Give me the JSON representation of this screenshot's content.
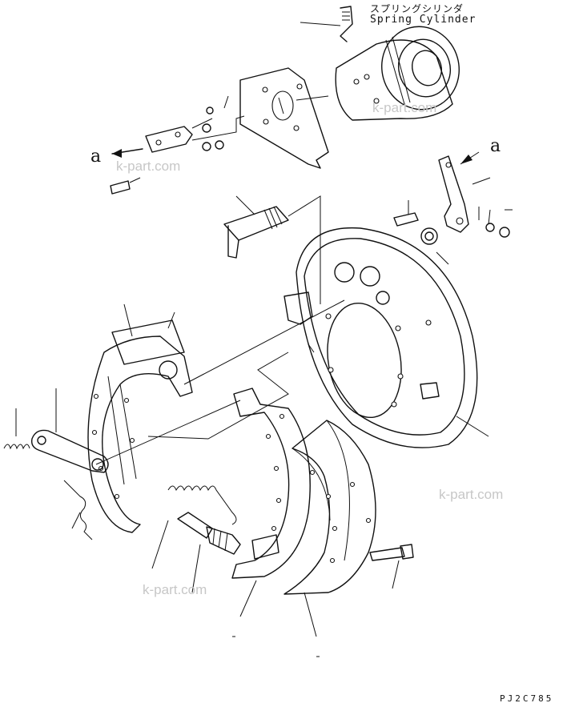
{
  "labels": {
    "spring_cylinder_jp": "スプリングシリンダ",
    "spring_cylinder_en": "Spring Cylinder",
    "arrow_a_left": "a",
    "arrow_a_right": "a"
  },
  "watermarks": [
    "k-part.com",
    "k-part.com",
    "k-part.com",
    "k-part.com"
  ],
  "diagram_code": "PJ2C785"
}
